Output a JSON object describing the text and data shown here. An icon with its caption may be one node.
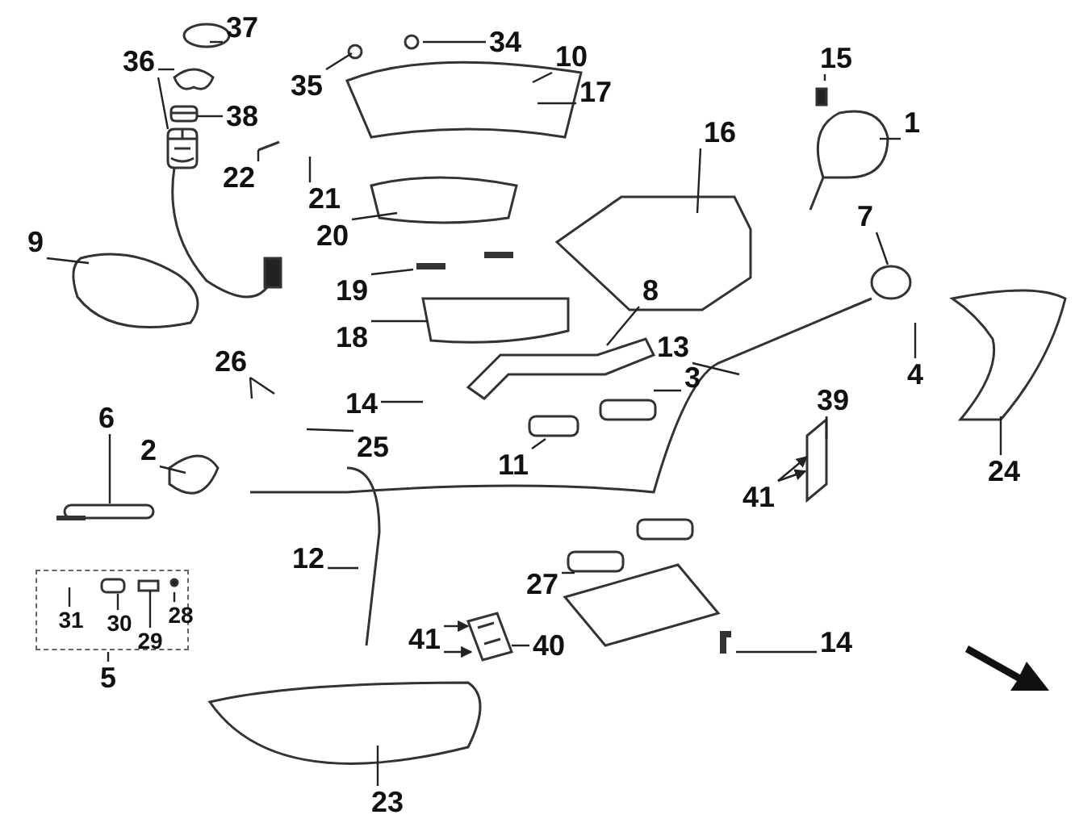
{
  "diagram": {
    "nodes": [
      {
        "text": [
          "37"
        ]
      },
      {
        "text": [
          "34"
        ]
      },
      {
        "text": [
          "10"
        ]
      },
      {
        "text": [
          "36"
        ]
      },
      {
        "text": [
          "15"
        ]
      },
      {
        "text": [
          "35"
        ]
      },
      {
        "text": [
          "17"
        ]
      },
      {
        "text": [
          "38"
        ]
      },
      {
        "text": [
          "1"
        ]
      },
      {
        "text": [
          "16"
        ]
      },
      {
        "text": [
          "22"
        ]
      },
      {
        "text": [
          "21"
        ]
      },
      {
        "text": [
          "20"
        ]
      },
      {
        "text": [
          "7"
        ]
      },
      {
        "text": [
          "9"
        ]
      },
      {
        "text": [
          "19"
        ]
      },
      {
        "text": [
          "8"
        ]
      },
      {
        "text": [
          "18"
        ]
      },
      {
        "text": [
          "13"
        ]
      },
      {
        "text": [
          "26"
        ]
      },
      {
        "text": [
          "3"
        ]
      },
      {
        "text": [
          "4"
        ]
      },
      {
        "text": [
          "14"
        ]
      },
      {
        "text": [
          "39"
        ]
      },
      {
        "text": [
          "6"
        ]
      },
      {
        "text": [
          "25"
        ]
      },
      {
        "text": [
          "2"
        ]
      },
      {
        "text": [
          "11"
        ]
      },
      {
        "text": [
          "24"
        ]
      },
      {
        "text": [
          "41"
        ]
      },
      {
        "text": [
          "12"
        ]
      },
      {
        "text": [],
        "shape": "box"
      },
      {
        "text": [
          "31"
        ],
        "in": 31
      },
      {
        "text": [
          "30"
        ],
        "in": 31
      },
      {
        "text": [
          "28"
        ],
        "in": 31
      },
      {
        "text": [
          "29"
        ],
        "in": 31
      },
      {
        "text": [
          "5"
        ]
      },
      {
        "text": [
          "27"
        ]
      },
      {
        "text": [
          "41"
        ]
      },
      {
        "text": [
          "40"
        ]
      },
      {
        "text": [
          "14"
        ]
      },
      {
        "text": [
          "23"
        ]
      },
      {
        "text": [],
        "shape": "picture"
      },
      {
        "text": [],
        "shape": "picture"
      },
      {
        "text": [],
        "shape": "picture"
      },
      {
        "text": [],
        "shape": "picture",
        "in": 31
      },
      {
        "text": [],
        "shape": "picture"
      },
      {
        "text": [],
        "shape": "picture"
      }
    ],
    "edges": [
      {
        "from": 0,
        "to": null,
        "arrow": "none"
      },
      {
        "from": 1,
        "to": null,
        "arrow": "none"
      },
      {
        "from": 2,
        "to": null,
        "arrow": "none"
      },
      {
        "from": 3,
        "to": 42,
        "arrow": "none"
      },
      {
        "from": 3,
        "to": 43,
        "arrow": "none"
      },
      {
        "from": 4,
        "to": null,
        "arrow": "none"
      },
      {
        "from": 5,
        "to": null,
        "arrow": "none"
      },
      {
        "from": 6,
        "to": null,
        "arrow": "none"
      },
      {
        "from": 7,
        "to": 46,
        "arrow": "none"
      },
      {
        "from": 8,
        "to": null,
        "arrow": "none"
      },
      {
        "from": 9,
        "to": null,
        "arrow": "none"
      },
      {
        "from": 10,
        "to": 44,
        "arrow": "none"
      },
      {
        "from": 11,
        "to": null,
        "arrow": "none"
      },
      {
        "from": 12,
        "to": null,
        "arrow": "none"
      },
      {
        "from": 13,
        "to": null,
        "arrow": "none"
      },
      {
        "from": 14,
        "to": null,
        "arrow": "none"
      },
      {
        "from": 15,
        "to": null,
        "arrow": "none"
      },
      {
        "from": 16,
        "to": null,
        "arrow": "none"
      },
      {
        "from": 17,
        "to": null,
        "arrow": "none"
      },
      {
        "from": 18,
        "to": null,
        "arrow": "none"
      },
      {
        "from": 19,
        "to": null,
        "arrow": "none"
      },
      {
        "from": 19,
        "to": null,
        "arrow": "none"
      },
      {
        "from": 20,
        "to": null,
        "arrow": "none"
      },
      {
        "from": 21,
        "to": null,
        "arrow": "none"
      },
      {
        "from": 22,
        "to": null,
        "arrow": "none"
      },
      {
        "from": 23,
        "to": null,
        "arrow": "none"
      },
      {
        "from": 24,
        "to": null,
        "arrow": "none"
      },
      {
        "from": 25,
        "to": null,
        "arrow": "none"
      },
      {
        "from": 26,
        "to": null,
        "arrow": "none"
      },
      {
        "from": 27,
        "to": null,
        "arrow": "none"
      },
      {
        "from": 28,
        "to": null,
        "arrow": "none"
      },
      {
        "from": 29,
        "to": null,
        "arrow": "to"
      },
      {
        "from": 29,
        "to": null,
        "arrow": "to"
      },
      {
        "from": 30,
        "to": null,
        "arrow": "none"
      },
      {
        "from": 32,
        "to": null,
        "arrow": "none"
      },
      {
        "from": 33,
        "to": null,
        "arrow": "none"
      },
      {
        "from": 34,
        "to": null,
        "arrow": "none"
      },
      {
        "from": 35,
        "to": 45,
        "arrow": "none"
      },
      {
        "from": 36,
        "to": 31,
        "arrow": "none"
      },
      {
        "from": 37,
        "to": null,
        "arrow": "none"
      },
      {
        "from": 38,
        "to": null,
        "arrow": "to"
      },
      {
        "from": 38,
        "to": null,
        "arrow": "to"
      },
      {
        "from": 39,
        "to": 47,
        "arrow": "none"
      },
      {
        "from": 40,
        "to": null,
        "arrow": "none"
      },
      {
        "from": 41,
        "to": null,
        "arrow": "none"
      }
    ]
  }
}
